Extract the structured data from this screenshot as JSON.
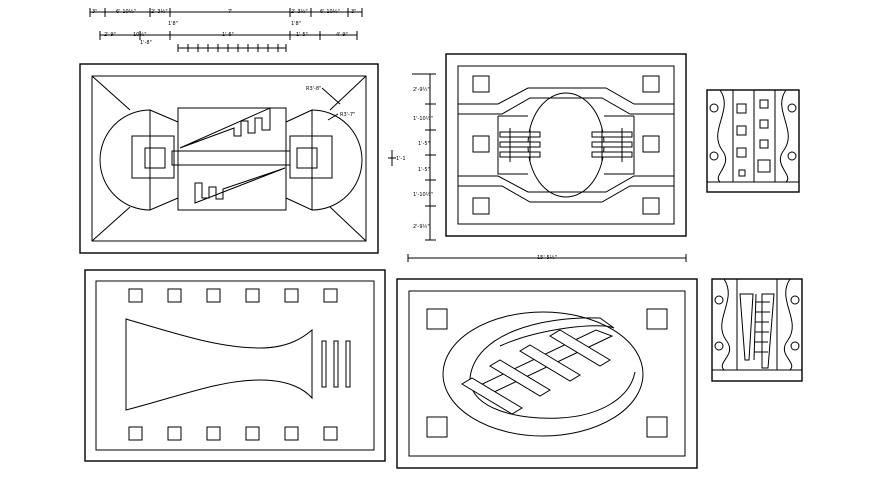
{
  "dims": {
    "top_row1": [
      "3\"",
      "6'-10½\"",
      "2'-3½\"",
      "7'",
      "2'-3½\"",
      "6'-10½\"",
      "3\""
    ],
    "top_row1_mid": "1'8\"",
    "top_row2": [
      "2'-9\"",
      "10½\"",
      "1'-6\"",
      "1'-5\"",
      "4'-9\""
    ],
    "top_row2_mid": "1'-8\"",
    "r_top": "R3'-8\"",
    "r_mid": "R3'-7\"",
    "side_marker": "1'-1",
    "side_dims": [
      "2'-9½\"",
      "1'-10½\"",
      "1'-5\"",
      "1'-5\"",
      "1'-10½\"",
      "2'-9½\""
    ],
    "bottom_dim": "15'-5½\""
  }
}
